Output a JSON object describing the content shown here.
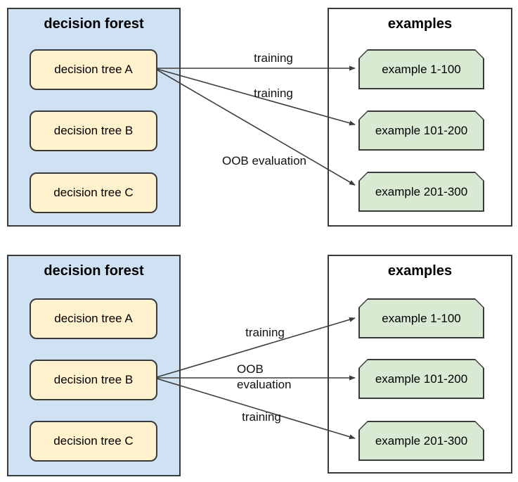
{
  "colors": {
    "page_bg": "#ffffff",
    "forest_fill": "#cfe2f3",
    "tree_fill": "#fff2cc",
    "examples_panel_fill": "#ffffff",
    "example_fill": "#d9ead3",
    "border": "#3a3a3a",
    "arrow": "#3d3d3d",
    "text": "#111111"
  },
  "diagrams": [
    {
      "forest": {
        "title": "decision forest",
        "trees": [
          "decision tree A",
          "decision tree B",
          "decision tree C"
        ]
      },
      "examples": {
        "title": "examples",
        "items": [
          "example 1-100",
          "example 101-200",
          "example 201-300"
        ]
      },
      "arrows": [
        {
          "from": "decision tree A",
          "to": "example 1-100",
          "label": "training"
        },
        {
          "from": "decision tree A",
          "to": "example 101-200",
          "label": "training"
        },
        {
          "from": "decision tree A",
          "to": "example 201-300",
          "label": "OOB evaluation"
        }
      ]
    },
    {
      "forest": {
        "title": "decision forest",
        "trees": [
          "decision tree A",
          "decision tree B",
          "decision tree C"
        ]
      },
      "examples": {
        "title": "examples",
        "items": [
          "example 1-100",
          "example 101-200",
          "example 201-300"
        ]
      },
      "arrows": [
        {
          "from": "decision tree B",
          "to": "example 1-100",
          "label": "training"
        },
        {
          "from": "decision tree B",
          "to": "example 101-200",
          "label": "OOB\nevaluation"
        },
        {
          "from": "decision tree B",
          "to": "example 201-300",
          "label": "training"
        }
      ]
    }
  ]
}
